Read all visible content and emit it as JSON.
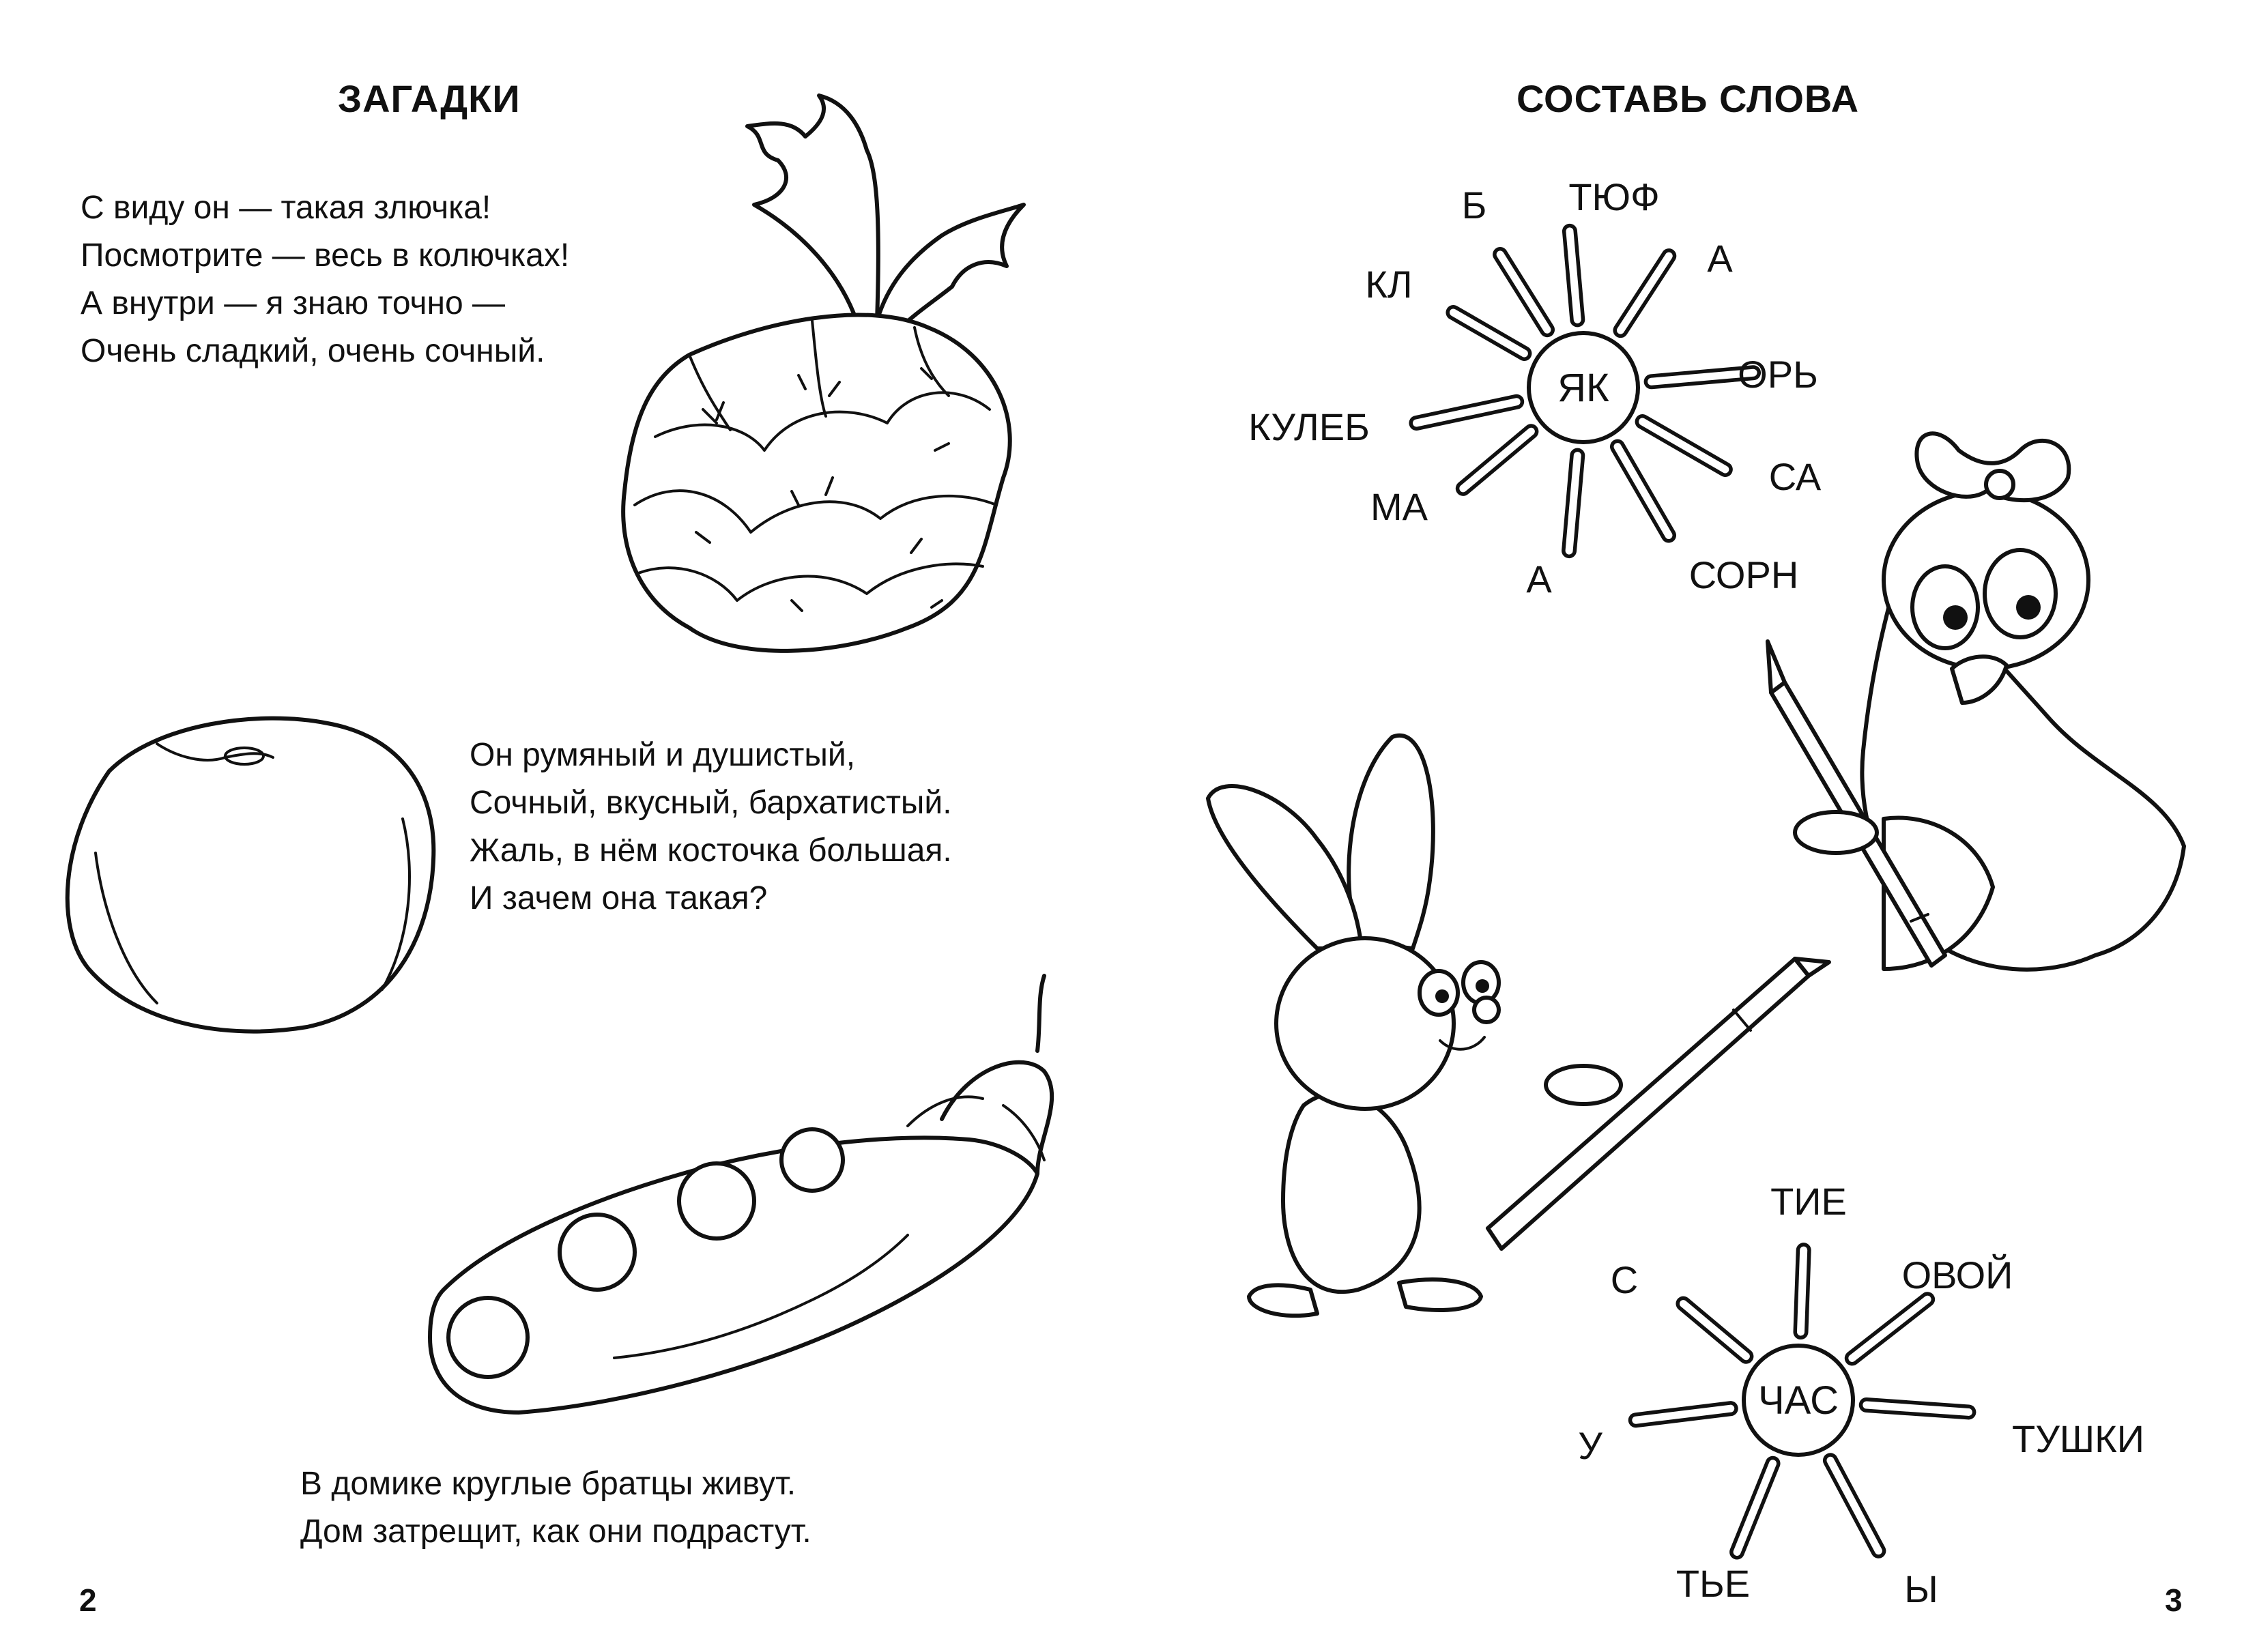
{
  "left_page": {
    "title": "ЗАГАДКИ",
    "riddles": [
      {
        "lines": [
          "С виду он — такая злючка!",
          "Посмотрите — весь в колючках!",
          "А внутри  — я знаю точно —",
          "Очень сладкий, очень сочный."
        ]
      },
      {
        "lines": [
          "Он румяный и душистый,",
          "Сочный, вкусный, бархатистый.",
          "Жаль, в нём косточка большая.",
          "И зачем она такая?"
        ]
      },
      {
        "lines": [
          "В домике круглые братцы живут.",
          "Дом затрещит, как они подрастут."
        ]
      }
    ],
    "illustrations": [
      "pineapple",
      "peach",
      "pea-pod"
    ],
    "page_number": "2"
  },
  "right_page": {
    "title": "СОСТАВЬ СЛОВА",
    "suns": [
      {
        "center": "ЯК",
        "rays": [
          "Б",
          "ТЮФ",
          "А",
          "КЛ",
          "ОРЬ",
          "КУЛЕБ",
          "СА",
          "МА",
          "А",
          "СОРН"
        ]
      },
      {
        "center": "ЧАС",
        "rays": [
          "ТИЕ",
          "С",
          "ОВОЙ",
          "У",
          "ТУШКИ",
          "ТЬЕ",
          "Ы"
        ]
      }
    ],
    "illustrations": [
      "bunny-with-pencil",
      "owl-with-pencil"
    ],
    "page_number": "3"
  }
}
